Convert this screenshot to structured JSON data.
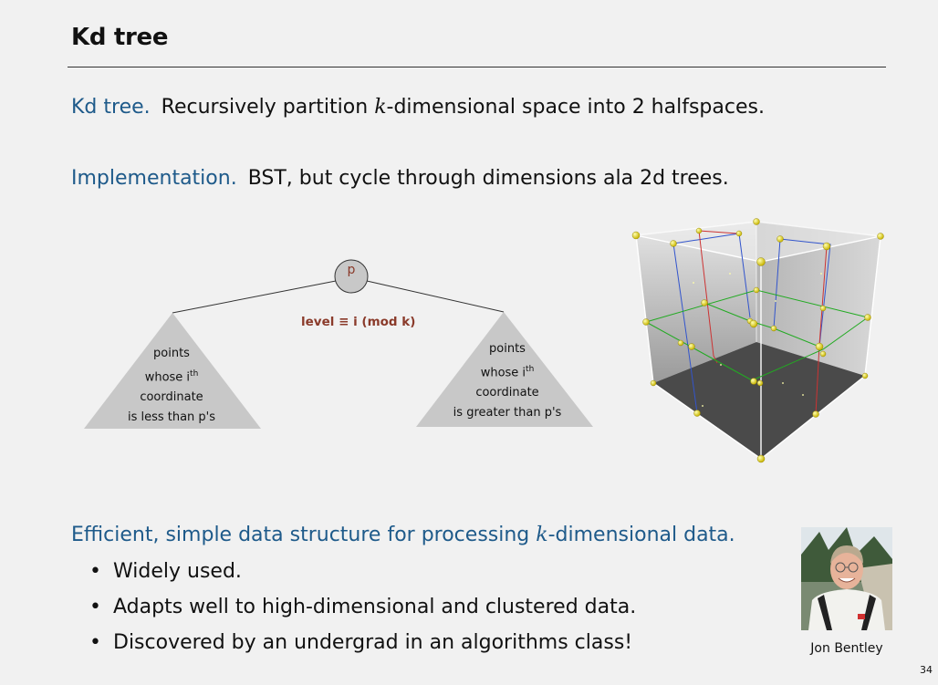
{
  "title": "Kd tree",
  "kd_tree": {
    "term": "Kd tree.",
    "text_before_k": "Recursively partition ",
    "k": "k",
    "text_after_k": "-dimensional space into 2 halfspaces."
  },
  "implementation": {
    "term": "Implementation.",
    "text": "BST, but cycle through dimensions ala 2d trees."
  },
  "diagram": {
    "node": "p",
    "level": "level ≡ i (mod k)",
    "left_lines": [
      "points",
      "whose i",
      "coordinate",
      "is less than p's"
    ],
    "right_lines": [
      "points",
      "whose i",
      "coordinate",
      "is greater than p's"
    ],
    "superscript": "th"
  },
  "efficient": {
    "text_before_k": "Efficient, simple data structure for processing ",
    "k": "k",
    "text_after_k": "-dimensional data."
  },
  "bullets": [
    "Widely used.",
    "Adapts well to high-dimensional and clustered data.",
    "Discovered by an undergrad in an algorithms class!"
  ],
  "photo_caption": "Jon Bentley",
  "page_number": "34",
  "colors": {
    "accent_blue": "#1e5a8a",
    "accent_red": "#8a3a2a",
    "triangle_gray": "#c8c8c8"
  }
}
